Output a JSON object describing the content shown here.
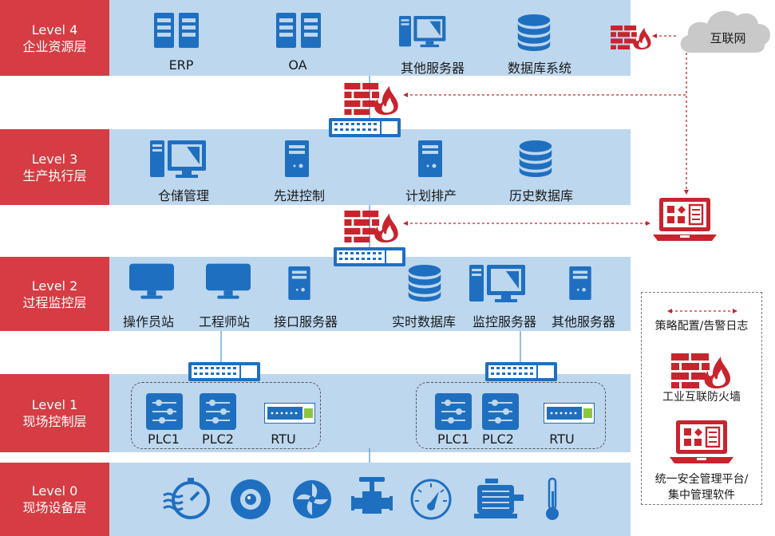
{
  "levels": [
    {
      "level": "Level 4",
      "name": "企业资源层"
    },
    {
      "level": "Level 3",
      "name": "生产执行层"
    },
    {
      "level": "Level 2",
      "name": "过程监控层"
    },
    {
      "level": "Level 1",
      "name": "现场控制层"
    },
    {
      "level": "Level 0",
      "name": "现场设备层"
    }
  ],
  "l4": {
    "erp": "ERP",
    "oa": "OA",
    "other": "其他服务器",
    "db": "数据库系统"
  },
  "l3": {
    "warehouse": "仓储管理",
    "apc": "先进控制",
    "schedule": "计划排产",
    "history": "历史数据库"
  },
  "l2": {
    "operator": "操作员站",
    "engineer": "工程师站",
    "interface": "接口服务器",
    "realtime": "实时数据库",
    "monitor": "监控服务器",
    "other": "其他服务器"
  },
  "l1": {
    "plc1": "PLC1",
    "plc2": "PLC2",
    "rtu": "RTU"
  },
  "internet": "互联网",
  "legend": {
    "policy": "策略配置/告警日志",
    "firewall": "工业互联防火墙",
    "platform_line1": "统一安全管理平台/",
    "platform_line2": "集中管理软件"
  },
  "colors": {
    "level": "#d63c43",
    "band": "#bdd7ee",
    "icon": "#1f6fc0",
    "firewall": "#c8242e"
  }
}
